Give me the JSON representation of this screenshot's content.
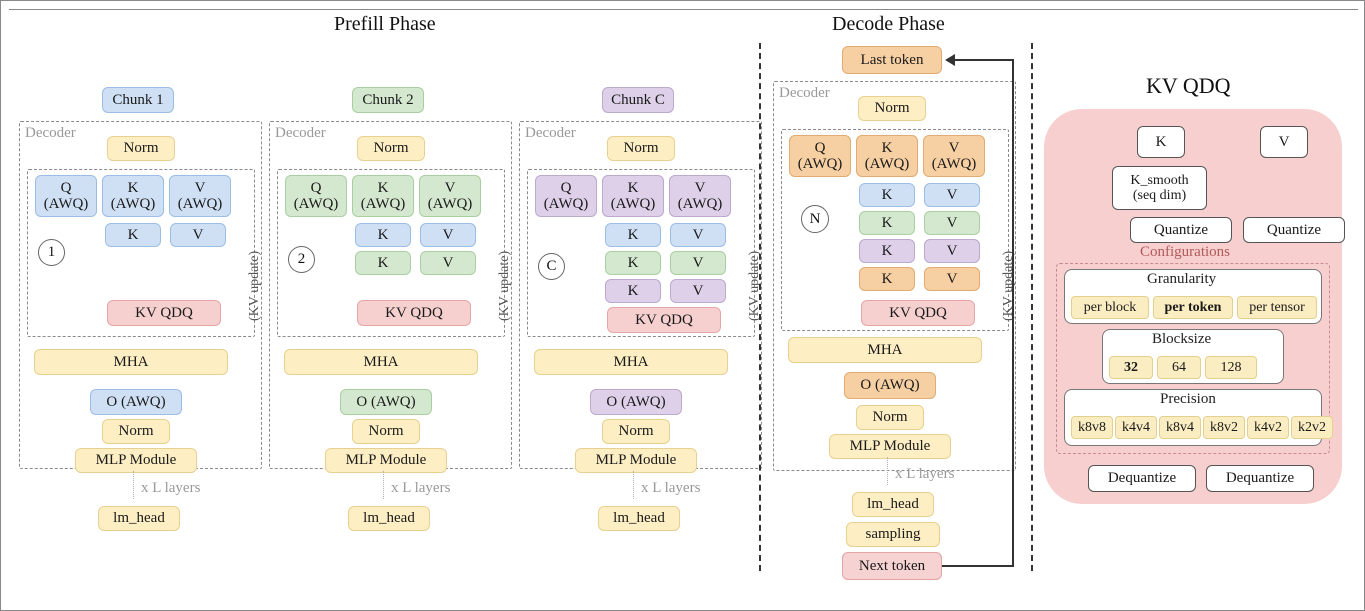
{
  "figure": {
    "titles": {
      "prefill": "Prefill Phase",
      "decode": "Decode Phase",
      "kvqdq": "KV QDQ"
    },
    "labels": {
      "decoder": "Decoder",
      "kv_update": "(KV update)",
      "x_l_layers": "x L layers",
      "configurations": "Configurations"
    }
  },
  "prefill": {
    "chunks": [
      {
        "header": "Chunk 1",
        "color": "blue",
        "index_marker": "1",
        "norm": "Norm",
        "proj": [
          "Q\n(AWQ)",
          "K\n(AWQ)",
          "V\n(AWQ)"
        ],
        "kv_rows": [
          {
            "k": "K",
            "v": "V",
            "color": "blue"
          }
        ],
        "kv_qdq": "KV QDQ",
        "mha": "MHA",
        "o_proj": "O (AWQ)",
        "norm2": "Norm",
        "mlp": "MLP Module",
        "lm_head": "lm_head"
      },
      {
        "header": "Chunk 2",
        "color": "green",
        "index_marker": "2",
        "norm": "Norm",
        "proj": [
          "Q\n(AWQ)",
          "K\n(AWQ)",
          "V\n(AWQ)"
        ],
        "kv_rows": [
          {
            "k": "K",
            "v": "V",
            "color": "blue"
          },
          {
            "k": "K",
            "v": "V",
            "color": "green"
          }
        ],
        "kv_qdq": "KV QDQ",
        "mha": "MHA",
        "o_proj": "O (AWQ)",
        "norm2": "Norm",
        "mlp": "MLP Module",
        "lm_head": "lm_head"
      },
      {
        "header": "Chunk C",
        "color": "purple",
        "index_marker": "C",
        "norm": "Norm",
        "proj": [
          "Q\n(AWQ)",
          "K\n(AWQ)",
          "V\n(AWQ)"
        ],
        "kv_rows": [
          {
            "k": "K",
            "v": "V",
            "color": "blue"
          },
          {
            "k": "K",
            "v": "V",
            "color": "green"
          },
          {
            "k": "K",
            "v": "V",
            "color": "purple"
          }
        ],
        "kv_qdq": "KV QDQ",
        "mha": "MHA",
        "o_proj": "O (AWQ)",
        "norm2": "Norm",
        "mlp": "MLP Module",
        "lm_head": "lm_head"
      }
    ]
  },
  "decode": {
    "last_token": "Last token",
    "index_marker": "N",
    "norm": "Norm",
    "proj": [
      "Q\n(AWQ)",
      "K\n(AWQ)",
      "V\n(AWQ)"
    ],
    "kv_rows": [
      {
        "k": "K",
        "v": "V",
        "color": "blue"
      },
      {
        "k": "K",
        "v": "V",
        "color": "green"
      },
      {
        "k": "K",
        "v": "V",
        "color": "purple"
      },
      {
        "k": "K",
        "v": "V",
        "color": "orange"
      }
    ],
    "kv_qdq": "KV QDQ",
    "mha": "MHA",
    "o_proj": "O (AWQ)",
    "norm2": "Norm",
    "mlp": "MLP Module",
    "lm_head": "lm_head",
    "sampling": "sampling",
    "next_token": "Next token"
  },
  "kvqdq": {
    "k": "K",
    "v": "V",
    "k_smooth": "K_smooth\n(seq dim)",
    "quantize_k": "Quantize",
    "quantize_v": "Quantize",
    "dequantize_k": "Dequantize",
    "dequantize_v": "Dequantize",
    "config_groups": [
      {
        "name": "Granularity",
        "options": [
          {
            "label": "per block",
            "selected": false
          },
          {
            "label": "per token",
            "selected": true
          },
          {
            "label": "per tensor",
            "selected": false
          }
        ]
      },
      {
        "name": "Blocksize",
        "options": [
          {
            "label": "32",
            "selected": true
          },
          {
            "label": "64",
            "selected": false
          },
          {
            "label": "128",
            "selected": false
          }
        ]
      },
      {
        "name": "Precision",
        "options": [
          {
            "label": "k8v8",
            "selected": false
          },
          {
            "label": "k4v4",
            "selected": false
          },
          {
            "label": "k8v4",
            "selected": false
          },
          {
            "label": "k8v2",
            "selected": false
          },
          {
            "label": "k4v2",
            "selected": false
          },
          {
            "label": "k2v2",
            "selected": false
          }
        ]
      }
    ]
  },
  "colors": {
    "blue": "#cfe0f5",
    "green": "#d4e8cf",
    "purple": "#ddd0e8",
    "orange": "#f6cfa2",
    "cream": "#fdeec4",
    "pink": "#f6cfcf",
    "panel_pink": "#f7cfcf",
    "config_red": "#b05a5a",
    "dash_gray": "#8a8a8a"
  }
}
